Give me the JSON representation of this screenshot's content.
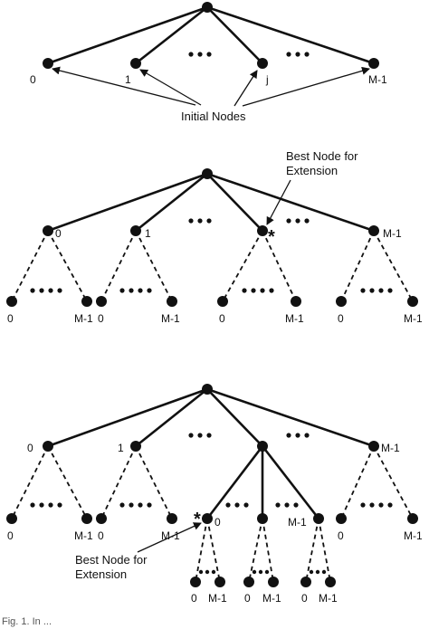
{
  "stage1": {
    "labels": {
      "n0": "0",
      "n1": "1",
      "nj": "j",
      "nM": "M-1"
    },
    "callout": "Initial Nodes"
  },
  "stage2": {
    "labels": {
      "n0": "0",
      "n1": "1",
      "nM": "M-1",
      "c0a": "0",
      "c0b": "M-1",
      "c1a": "0",
      "c1b": "M-1",
      "cja": "0",
      "cjb": "M-1",
      "cMa": "0",
      "cMb": "M-1"
    },
    "star": "*",
    "callout_line1": "Best Node for",
    "callout_line2": "Extension"
  },
  "stage3": {
    "labels": {
      "n0": "0",
      "n1": "1",
      "nM": "M-1",
      "c0a": "0",
      "c0b": "M-1",
      "c1a": "0",
      "c1b": "M-1",
      "cj0": "0",
      "cjM": "M-1",
      "cMa": "0",
      "cMb": "M-1",
      "g0a": "0",
      "g0b": "M-1",
      "g1a": "0",
      "g1b": "M-1",
      "g2a": "0",
      "g2b": "M-1"
    },
    "star": "*",
    "callout_line1": "Best Node for",
    "callout_line2": "Extension"
  },
  "caption": "Fig. 1.  In ..."
}
